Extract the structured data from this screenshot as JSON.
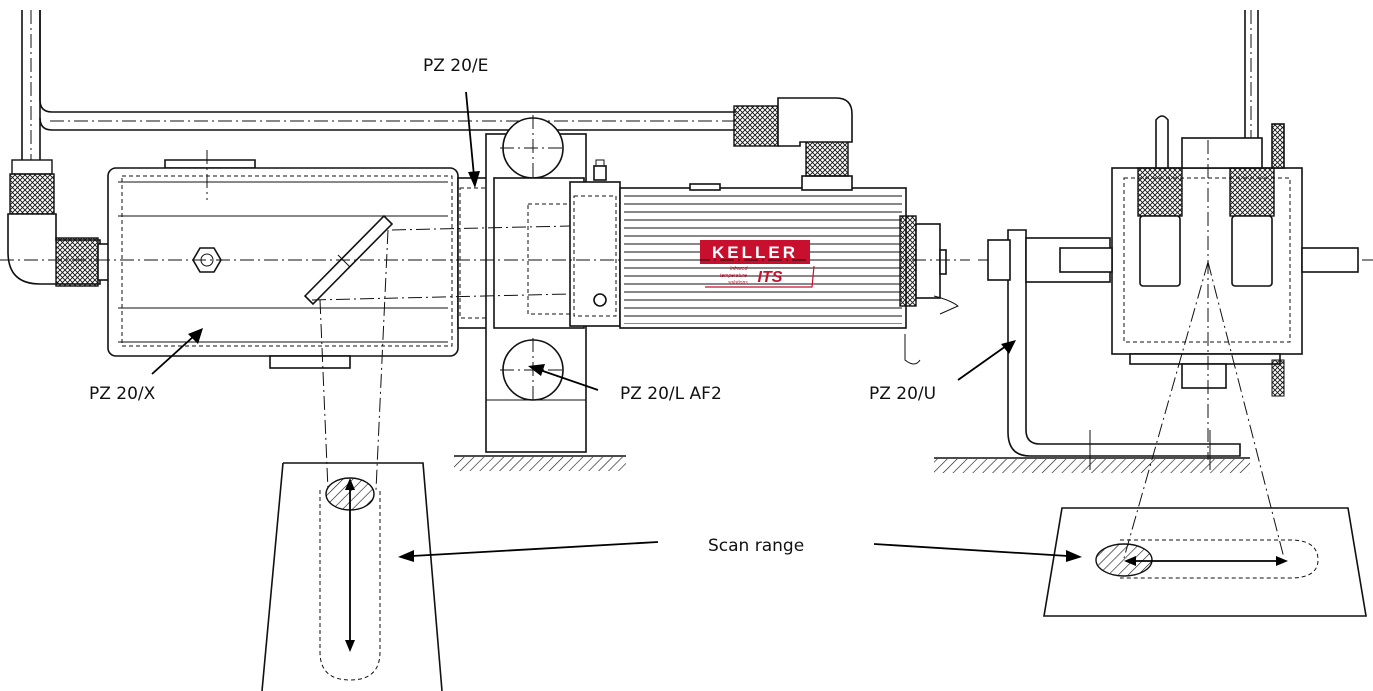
{
  "labels": {
    "pz20e": "PZ 20/E",
    "pz20x": "PZ 20/X",
    "pz20l": "PZ 20/L AF2",
    "pz20u": "PZ 20/U",
    "scan": "Scan range"
  },
  "logo": {
    "brand": "KELLER",
    "sub": "ITS",
    "tagline": [
      "Infrared",
      "temperature",
      "solutions"
    ],
    "color": "#c8102e"
  },
  "colors": {
    "line": "#111111",
    "background": "#ffffff",
    "brand_red": "#c8102e"
  }
}
